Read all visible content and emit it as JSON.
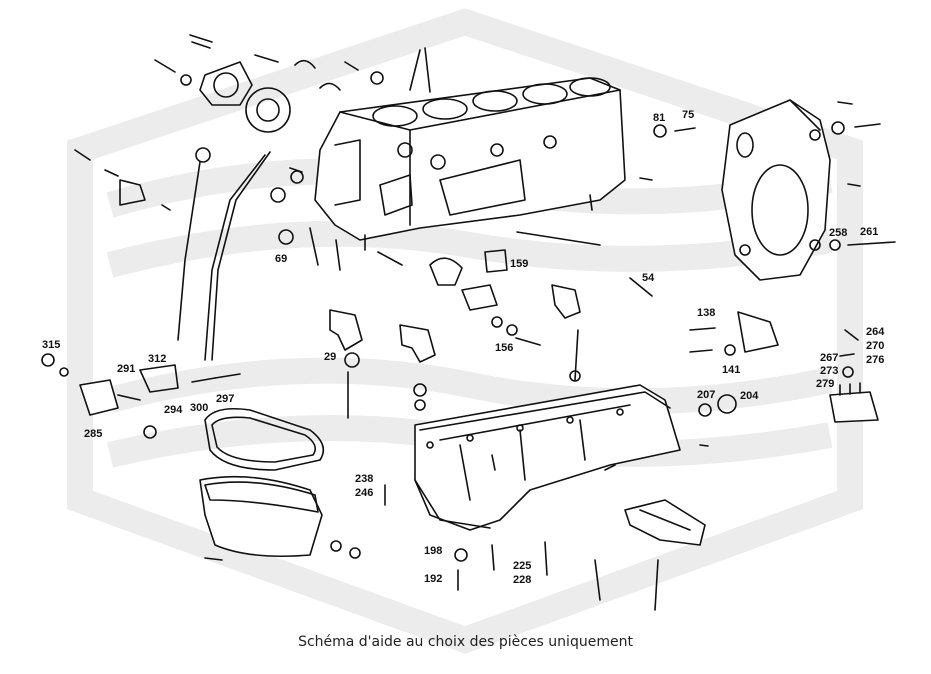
{
  "caption": "Schéma d'aide au choix des pièces uniquement",
  "watermark_color": "#ececec",
  "line_color": "#111111",
  "part_labels": {
    "p315": "315",
    "p291": "291",
    "p312": "312",
    "p294": "294",
    "p285": "285",
    "p300": "300",
    "p297": "297",
    "p69": "69",
    "p29": "29",
    "p238": "238",
    "p246": "246",
    "p198": "198",
    "p192": "192",
    "p225": "225",
    "p228": "228",
    "p159": "159",
    "p156": "156",
    "p54": "54",
    "p81": "81",
    "p75": "75",
    "p138": "138",
    "p141": "141",
    "p207": "207",
    "p204": "204",
    "p258": "258",
    "p261": "261",
    "p264": "264",
    "p270": "270",
    "p267": "267",
    "p276": "276",
    "p273": "273",
    "p279": "279"
  }
}
